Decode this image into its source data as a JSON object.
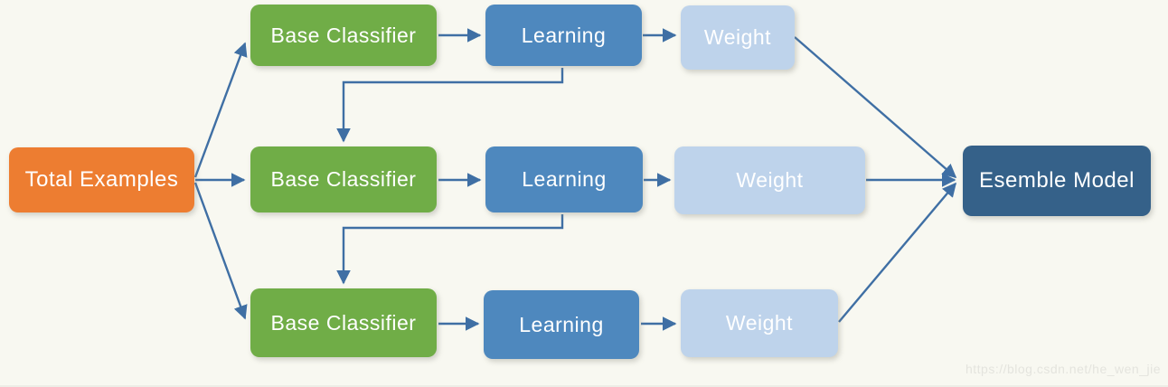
{
  "diagram": {
    "type": "ensemble-learning-flow",
    "background_color": "#F8F8F1",
    "connector_color": "#3F6FA4",
    "watermark": "https://blog.csdn.net/he_wen_jie",
    "colors": {
      "source": "#ED7D31",
      "classifier": "#70AD47",
      "learning": "#4E88BE",
      "weight": "#BED3EB",
      "model": "#356189"
    },
    "nodes": {
      "total": {
        "label": "Total Examples",
        "color": "#ED7D31"
      },
      "base1": {
        "label": "Base Classifier",
        "color": "#70AD47"
      },
      "learn1": {
        "label": "Learning",
        "color": "#4E88BE"
      },
      "weight1": {
        "label": "Weight",
        "color": "#BED3EB"
      },
      "base2": {
        "label": "Base Classifier",
        "color": "#70AD47"
      },
      "learn2": {
        "label": "Learning",
        "color": "#4E88BE"
      },
      "weight2": {
        "label": "Weight",
        "color": "#BED3EB"
      },
      "base3": {
        "label": "Base Classifier",
        "color": "#70AD47"
      },
      "learn3": {
        "label": "Learning",
        "color": "#4E88BE"
      },
      "weight3": {
        "label": "Weight",
        "color": "#BED3EB"
      },
      "esemble": {
        "label": "Esemble Model",
        "color": "#356189"
      }
    },
    "edges": [
      "total->base1",
      "total->base2",
      "total->base3",
      "base1->learn1",
      "learn1->weight1",
      "weight1->esemble",
      "base2->learn2",
      "learn2->weight2",
      "weight2->esemble",
      "base3->learn3",
      "learn3->weight3",
      "weight3->esemble",
      "learn1->base2",
      "learn2->base3"
    ]
  }
}
